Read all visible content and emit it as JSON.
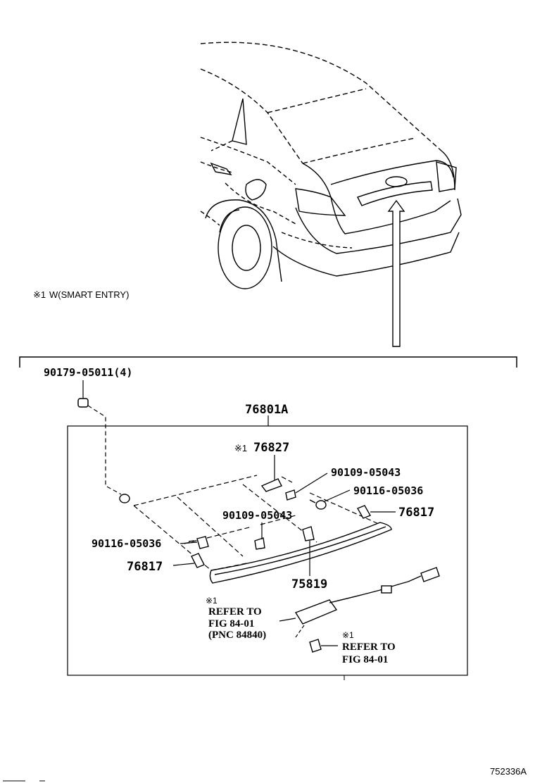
{
  "note": {
    "mark": "※1",
    "text": "W(SMART ENTRY)"
  },
  "figure_id": "752336A",
  "labels": {
    "bolt_90179": "90179-05011(4)",
    "assembly": "76801A",
    "bracket_76827_mark": "※1",
    "bracket_76827": "76827",
    "screw_90109_a": "90109-05043",
    "screw_90116_a": "90116-05036",
    "clip_76817_a": "76817",
    "screw_90109_b": "90109-05043",
    "screw_90116_b": "90116-05036",
    "clip_76817_b": "76817",
    "clip_75819": "75819"
  },
  "refer1": {
    "mark": "※1",
    "line1": "REFER TO",
    "line2": "FIG 84-01",
    "line3": "(PNC 84840)"
  },
  "refer2": {
    "mark": "※1",
    "line1": "REFER TO",
    "line2": "FIG 84-01"
  }
}
